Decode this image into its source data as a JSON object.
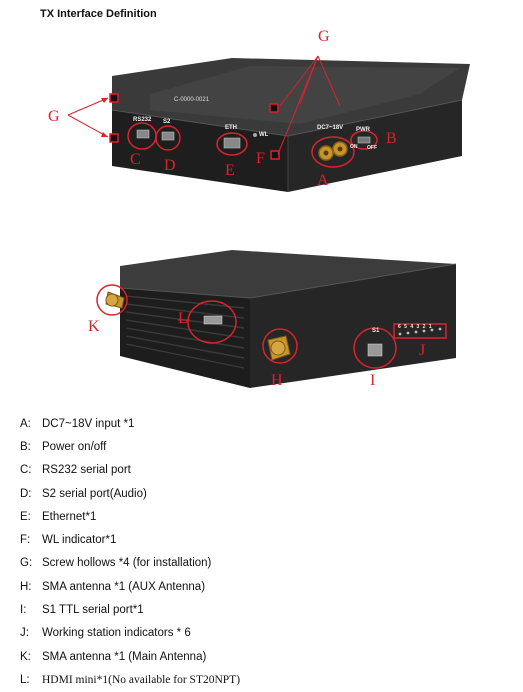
{
  "title": "TX Interface Definition",
  "figure_top": {
    "model_code": "C-0000-0021",
    "port_labels": {
      "rs232": "RS232",
      "s2": "S2",
      "eth": "ETH",
      "wl": "WL",
      "dc": "DC7~18V",
      "pwr": "PWR",
      "on": "ON",
      "off": "OFF"
    },
    "callouts": {
      "g_left": "G",
      "g_top": "G",
      "a": "A",
      "b": "B",
      "c": "C",
      "d": "D",
      "e": "E",
      "f": "F"
    }
  },
  "figure_bottom": {
    "port_labels": {
      "s1": "S1",
      "indicators": "6 5 4 3 2 1"
    },
    "callouts": {
      "k": "K",
      "l": "L",
      "h": "H",
      "i": "I",
      "j": "J"
    }
  },
  "legend": [
    {
      "key": "A:",
      "text": "DC7~18V input *1"
    },
    {
      "key": "B:",
      "text": "Power on/off"
    },
    {
      "key": "C:",
      "text": "RS232 serial port"
    },
    {
      "key": "D:",
      "text": "S2 serial port(Audio)"
    },
    {
      "key": "E:",
      "text": "Ethernet*1"
    },
    {
      "key": "F:",
      "text": "WL indicator*1"
    },
    {
      "key": "G:",
      "text": "Screw hollows *4 (for installation)"
    },
    {
      "key": "H:",
      "text": "SMA antenna *1 (AUX Antenna)"
    },
    {
      "key": "I:",
      "text": "S1 TTL serial port*1"
    },
    {
      "key": "J:",
      "text": "Working station indicators * 6"
    },
    {
      "key": "K:",
      "text": "SMA antenna *1 (Main Antenna)"
    },
    {
      "key": "L:",
      "text": "HDMI mini*1(No available for ST20NPT)"
    }
  ],
  "colors": {
    "callout_red": "#d9232e",
    "device_dark": "#222222",
    "gold": "#c9952b"
  }
}
